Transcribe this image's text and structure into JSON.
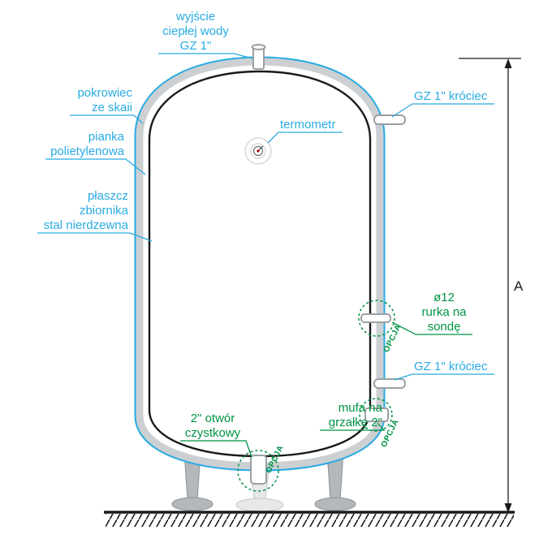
{
  "colors": {
    "accent": "#29abe2",
    "option": "#009245",
    "ink": "#1a1a1a",
    "metal": "#ccd0d2"
  },
  "diagram": {
    "labels": {
      "hot_water_outlet": [
        "wyjście",
        "ciepłej wody",
        "GZ 1\""
      ],
      "stub_upper": "GZ 1\" króciec",
      "thermometer": "termometr",
      "cover": [
        "pokrowiec",
        "ze skaii"
      ],
      "foam": [
        "pianka",
        "polietylenowa"
      ],
      "jacket": [
        "płaszcz",
        "zbiornika",
        "stal nierdzewna"
      ],
      "probe_tube": [
        "ø12",
        "rurka na",
        "sondę"
      ],
      "stub_lower": "GZ 1\" króciec",
      "heater_sleeve": [
        "mufa na",
        "grzałkę 2\""
      ],
      "cleanout": [
        "2\" otwór",
        "czystkowy"
      ],
      "option": "OPCJA",
      "dimension_a": "A"
    }
  }
}
